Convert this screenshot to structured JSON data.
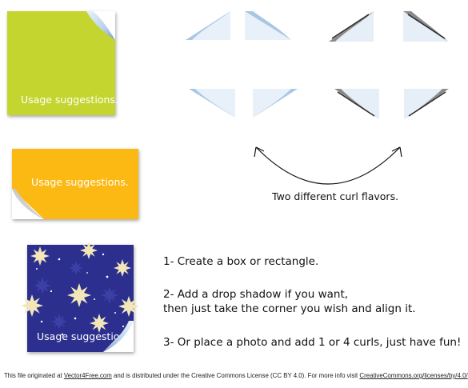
{
  "cards": {
    "green": {
      "label": "Usage suggestions.",
      "color": "#c3d52e"
    },
    "orange": {
      "label": "Usage suggestions.",
      "color": "#fdb913"
    },
    "stars": {
      "label": "Usage suggestions.",
      "color": "#2d2f8f"
    }
  },
  "curl_caption": "Two different curl flavors.",
  "instructions": {
    "step1": "1- Create a box or rectangle.",
    "step2_line1": "2- Add a drop shadow if you want,",
    "step2_line2": "then just take the corner you wish and align it.",
    "step3": "3- Or place a photo and add 1 or 4 curls, just have fun!"
  },
  "footer": {
    "prefix": "This file originated at ",
    "site_link": "Vector4Free.com",
    "middle": " and is distributed under the Creative Commons License (CC BY 4.0). For more info visit ",
    "license_link": "CreativeCommons.org/licenses/by/4.0/"
  },
  "icons": [
    "page-curl-icon",
    "double-arrow-icon",
    "star-icon"
  ]
}
